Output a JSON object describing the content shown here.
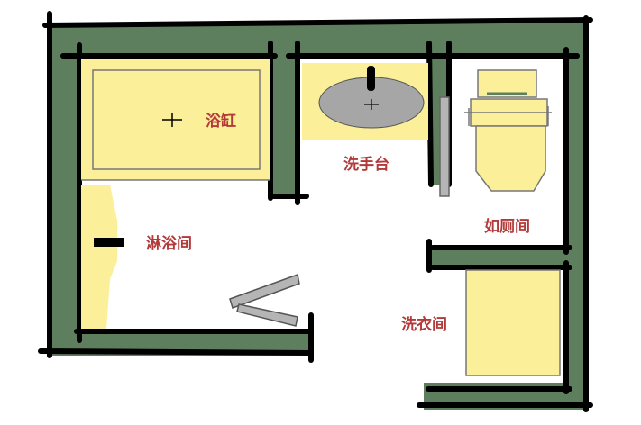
{
  "colors": {
    "wall": "#5e7f5e",
    "fixture": "#fbef9a",
    "label": "#b23a3a",
    "floor": "#ffffff",
    "sink_basin": "#a6a6a6"
  },
  "rooms": {
    "bathtub": "浴缸",
    "sink": "洗手台",
    "toilet": "如厕间",
    "shower": "淋浴间",
    "laundry": "洗衣间"
  }
}
